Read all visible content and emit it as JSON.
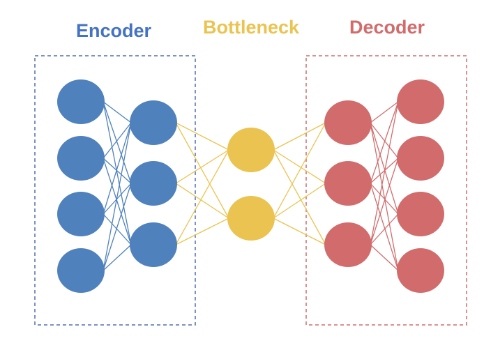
{
  "titles": {
    "encoder": "Encoder",
    "bottleneck": "Bottleneck",
    "decoder": "Decoder"
  },
  "colors": {
    "encoder": "#4F81BD",
    "bottleneck": "#EBC350",
    "decoder": "#D26C6C",
    "encoder_edge": "#4F81BD",
    "bottleneck_edge": "#EBC350",
    "decoder_edge": "#D26C6C",
    "encoder_box": "#4F6FB0",
    "decoder_box": "#D26C6C"
  },
  "layers": [
    {
      "group": "encoder",
      "nodes": 4
    },
    {
      "group": "encoder",
      "nodes": 3
    },
    {
      "group": "bottleneck",
      "nodes": 2
    },
    {
      "group": "decoder",
      "nodes": 3
    },
    {
      "group": "decoder",
      "nodes": 4
    }
  ]
}
